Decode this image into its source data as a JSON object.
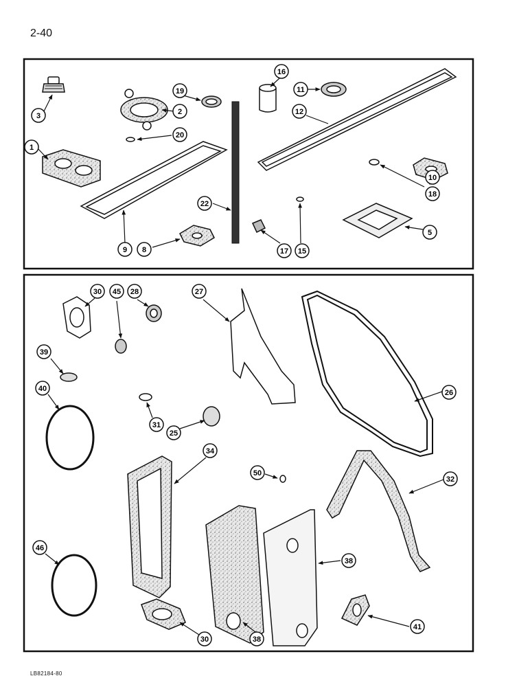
{
  "page_number": "2-40",
  "figure_code": "LB82184-80",
  "callouts_top": [
    {
      "id": "c3",
      "label": "3"
    },
    {
      "id": "c16",
      "label": "16"
    },
    {
      "id": "c11",
      "label": "11"
    },
    {
      "id": "c19",
      "label": "19"
    },
    {
      "id": "c2",
      "label": "2"
    },
    {
      "id": "c12",
      "label": "12"
    },
    {
      "id": "c20",
      "label": "20"
    },
    {
      "id": "c1",
      "label": "1"
    },
    {
      "id": "c22",
      "label": "22"
    },
    {
      "id": "c10",
      "label": "10"
    },
    {
      "id": "c18",
      "label": "18"
    },
    {
      "id": "c5",
      "label": "5"
    },
    {
      "id": "c9",
      "label": "9"
    },
    {
      "id": "c8",
      "label": "8"
    },
    {
      "id": "c17",
      "label": "17"
    },
    {
      "id": "c15",
      "label": "15"
    }
  ],
  "callouts_bottom": [
    {
      "id": "c30a",
      "label": "30"
    },
    {
      "id": "c45",
      "label": "45"
    },
    {
      "id": "c28",
      "label": "28"
    },
    {
      "id": "c27",
      "label": "27"
    },
    {
      "id": "c39",
      "label": "39"
    },
    {
      "id": "c40",
      "label": "40"
    },
    {
      "id": "c26",
      "label": "26"
    },
    {
      "id": "c31",
      "label": "31"
    },
    {
      "id": "c25",
      "label": "25"
    },
    {
      "id": "c34",
      "label": "34"
    },
    {
      "id": "c50",
      "label": "50"
    },
    {
      "id": "c32",
      "label": "32"
    },
    {
      "id": "c46",
      "label": "46"
    },
    {
      "id": "c38a",
      "label": "38"
    },
    {
      "id": "c41",
      "label": "41"
    },
    {
      "id": "c30b",
      "label": "30"
    },
    {
      "id": "c38b",
      "label": "38"
    }
  ]
}
